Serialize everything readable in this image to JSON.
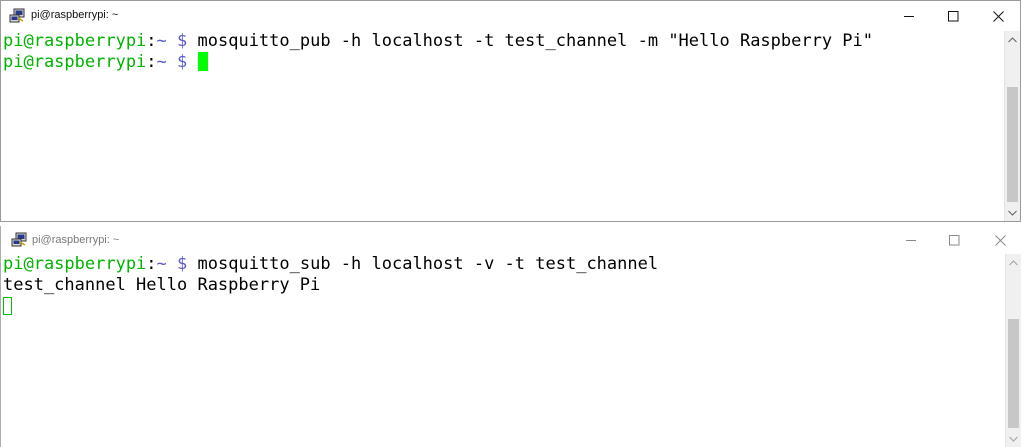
{
  "windows": [
    {
      "title": "pi@raspberrypi: ~",
      "lines": [
        {
          "user": "pi@raspberrypi",
          "sep": ":",
          "path": "~",
          "dollar": " $ ",
          "cmd": "mosquitto_pub -h localhost -t test_channel -m \"Hello Raspberry Pi\""
        },
        {
          "user": "pi@raspberrypi",
          "sep": ":",
          "path": "~",
          "dollar": " $ ",
          "cmd": ""
        }
      ]
    },
    {
      "title": "pi@raspberrypi: ~",
      "lines": [
        {
          "user": "pi@raspberrypi",
          "sep": ":",
          "path": "~",
          "dollar": " $ ",
          "cmd": "mosquitto_sub -h localhost -v -t test_channel"
        }
      ],
      "output": "test_channel Hello Raspberry Pi"
    }
  ],
  "icons": {
    "app": "putty-icon",
    "minimize": "minimize-icon",
    "maximize": "maximize-icon",
    "close": "close-icon",
    "scroll_up": "scroll-up-arrow-icon",
    "scroll_down": "scroll-down-arrow-icon"
  },
  "colors": {
    "prompt_user": "#00b400",
    "prompt_path": "#5a5ac8",
    "cursor_active": "#00ff00",
    "cursor_inactive": "#00c000"
  }
}
